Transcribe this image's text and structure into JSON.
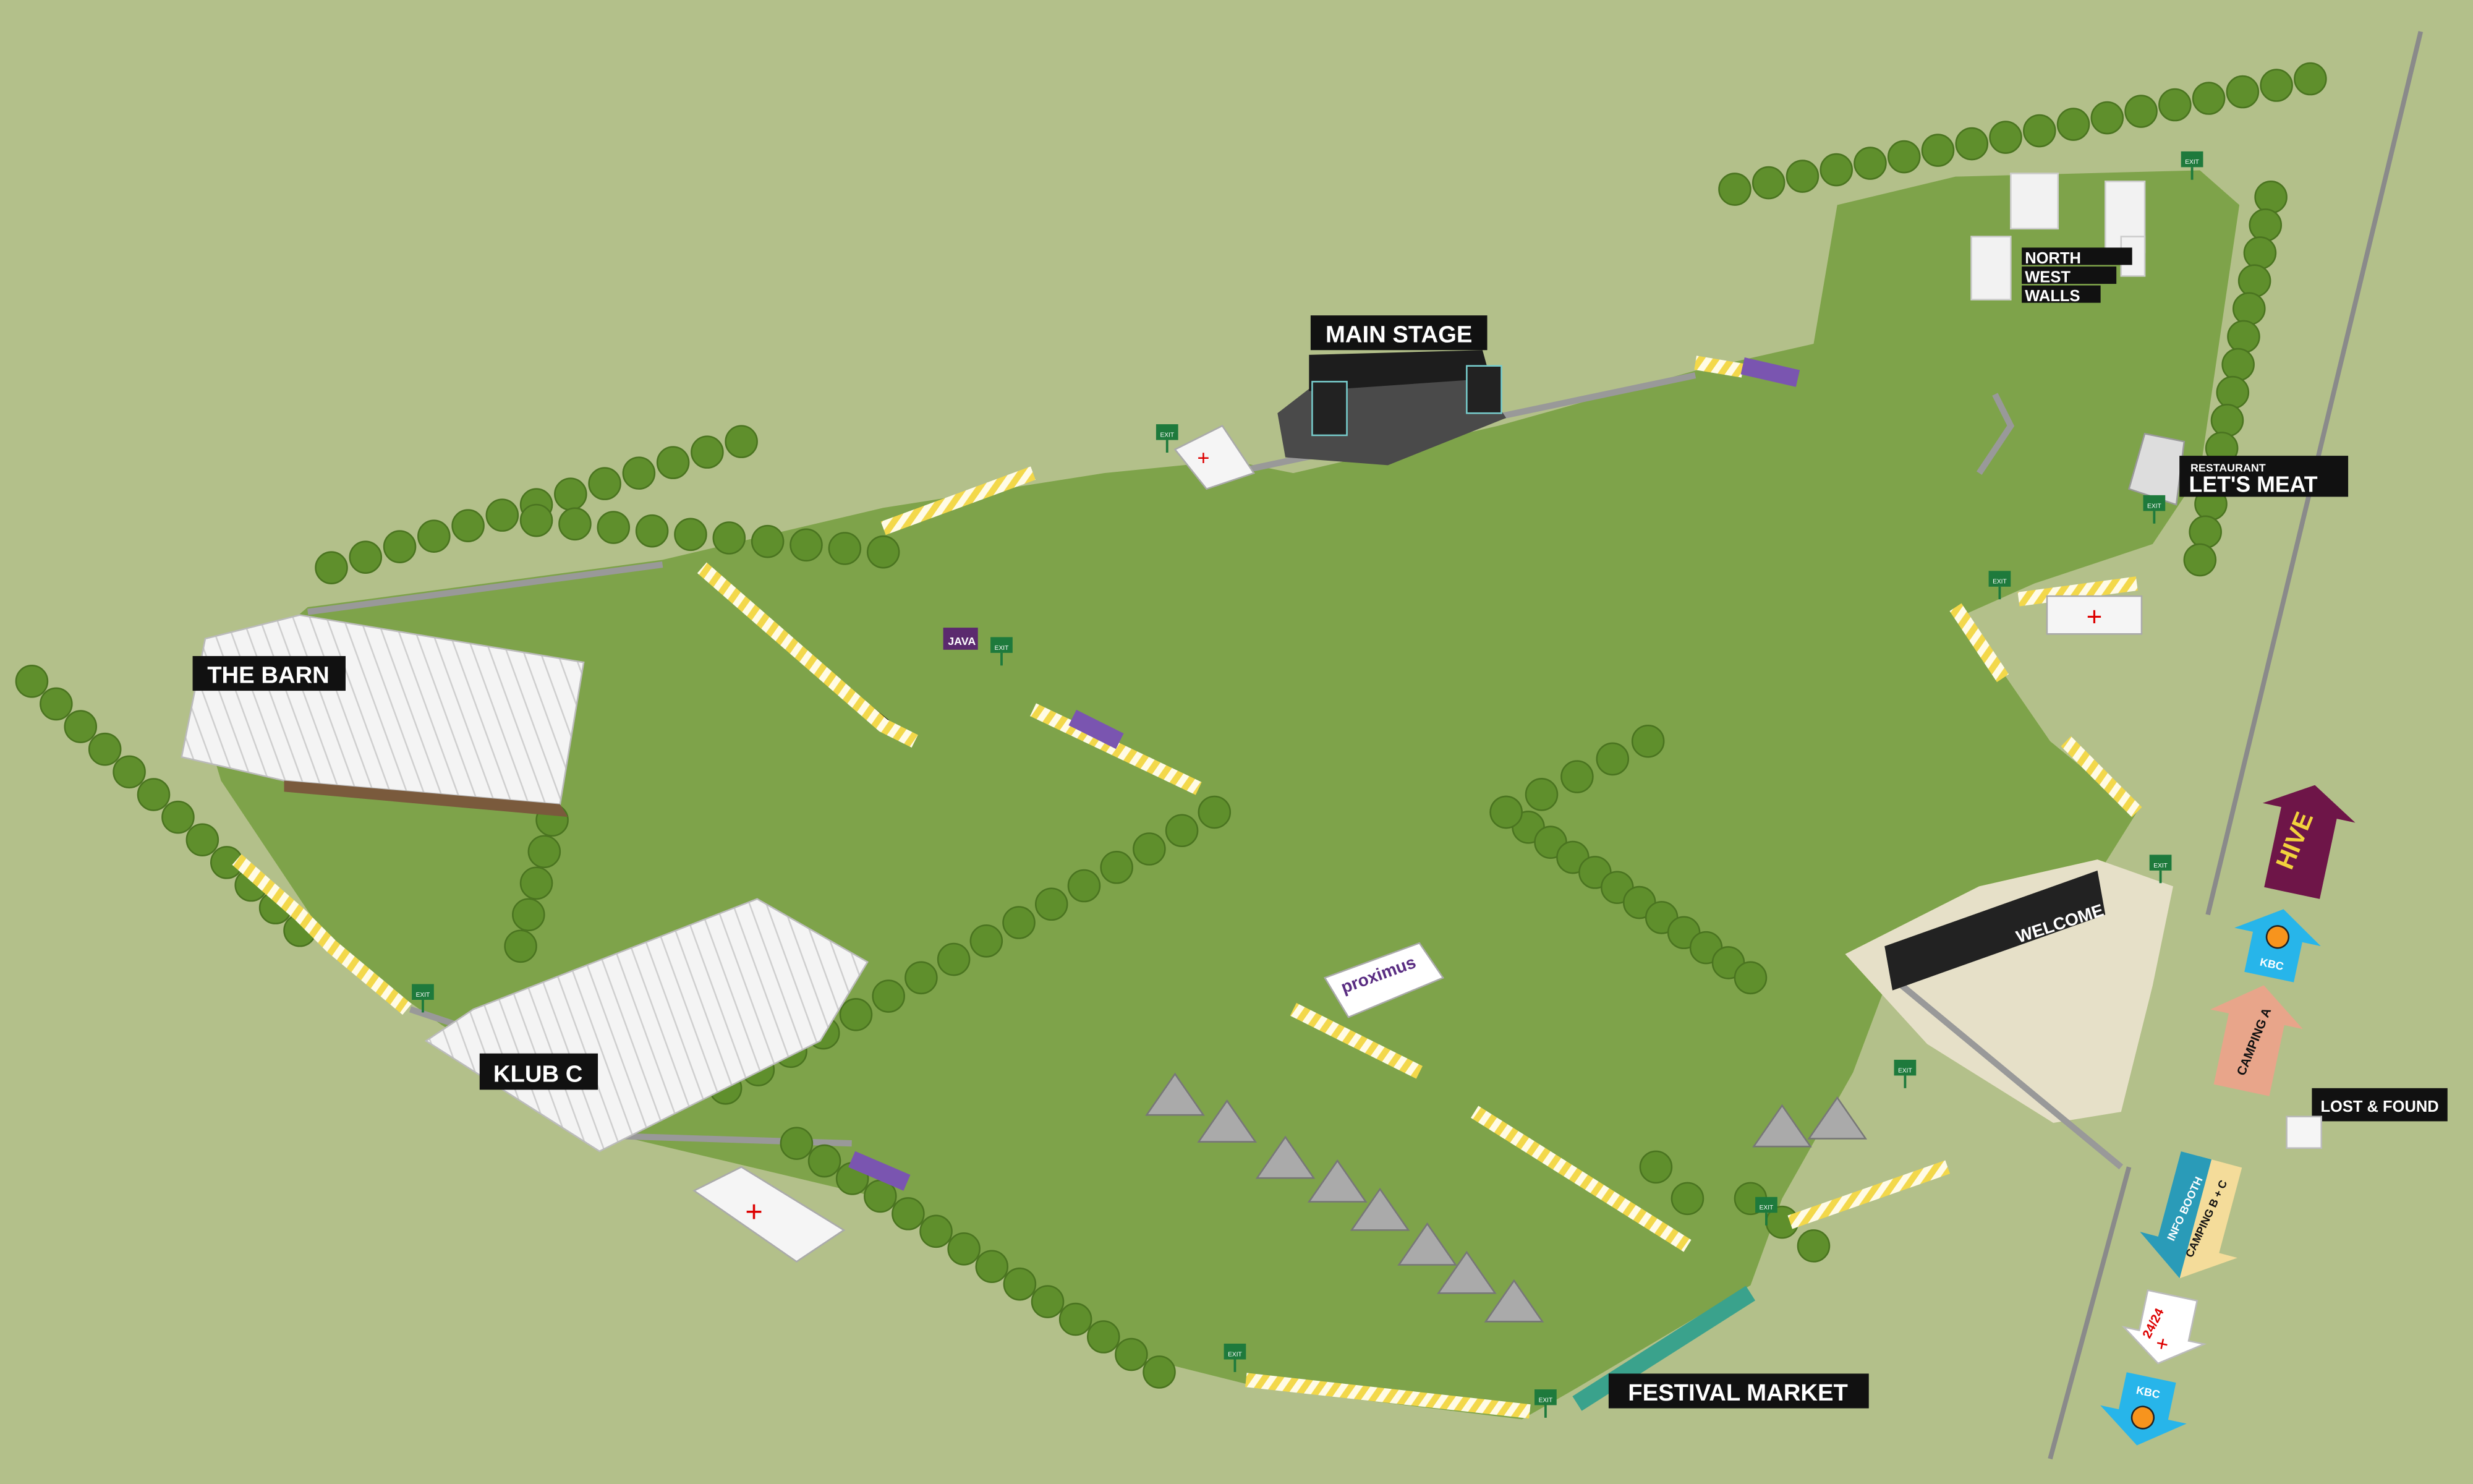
{
  "areas": {
    "main_stage": "MAIN STAGE",
    "the_barn": "THE BARN",
    "klub_c": "KLUB C",
    "festival_market": "FESTIVAL MARKET",
    "north_west_walls": [
      "NORTH",
      "WEST",
      "WALLS"
    ],
    "restaurant_small": "RESTAURANT",
    "restaurant_name": "LET'S MEAT",
    "lost_found": "LOST & FOUND"
  },
  "entrance": {
    "welcome": "WELCOME"
  },
  "arrows": {
    "hive": "HIVE",
    "kbc_top": "KBC",
    "camping_a": "CAMPING A",
    "info_booth": "INFO BOOTH",
    "camping_bc": "CAMPING B + C",
    "first_aid": "24/24",
    "kbc_bottom": "KBC"
  },
  "signs": {
    "exit": "EXIT",
    "java": "JAVA",
    "proximus": "proximus"
  },
  "colors": {
    "background": "#b3c08a",
    "grass": "#7ea34a",
    "sand": "#e6e0c8",
    "label_bg": "#111111",
    "hive": "#6e1548",
    "kbc": "#27b5ea",
    "camping_a": "#e8a58a",
    "info_booth": "#2a9bb8",
    "camping_bc": "#f4dc9a",
    "tree": "#5f8f2c"
  }
}
